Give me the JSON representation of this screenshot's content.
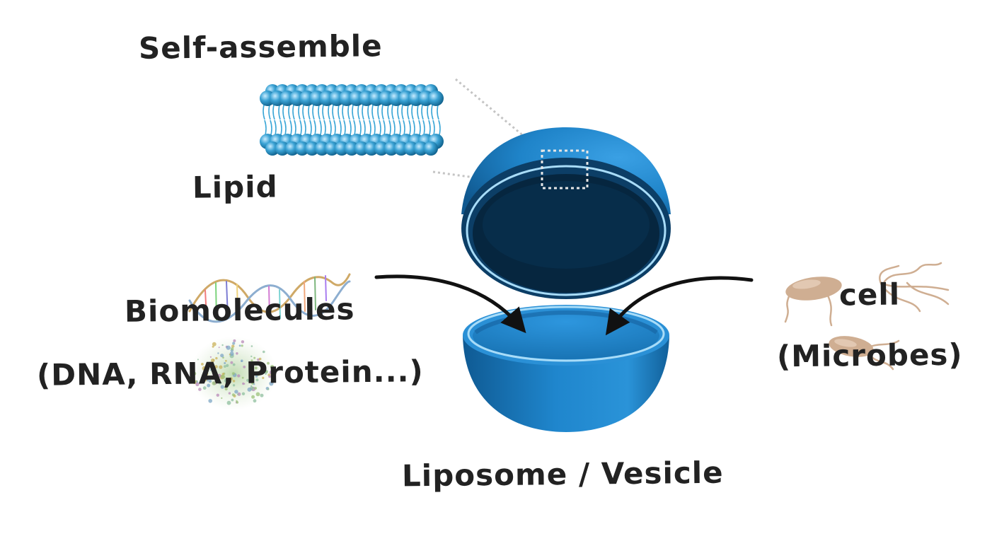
{
  "labels": {
    "self_assemble": "Self-assemble",
    "lipid": "Lipid",
    "biomolecules": "Biomolecules",
    "biomolecules_examples": "(DNA, RNA, Protein...)",
    "cell": "cell",
    "cell_examples": "(Microbes)",
    "liposome": "Liposome / Vesicle"
  },
  "colors": {
    "vesicle_blue": "#1e86cc",
    "vesicle_dark": "#0c3e66",
    "vesicle_interior": "#06263f",
    "rim_highlight": "#a8dcf8",
    "lipid_head": "#2a8fc0",
    "lipid_tail": "#3aa6d6",
    "microbe": "#cfae92",
    "arrow": "#111111",
    "text": "#222222"
  },
  "icons": {
    "vesicle": "open-hollow-sphere-icon",
    "bilayer": "lipid-bilayer-icon",
    "dna": "dna-helix-icon",
    "protein": "protein-blob-icon",
    "microbe": "bacterium-icon"
  }
}
